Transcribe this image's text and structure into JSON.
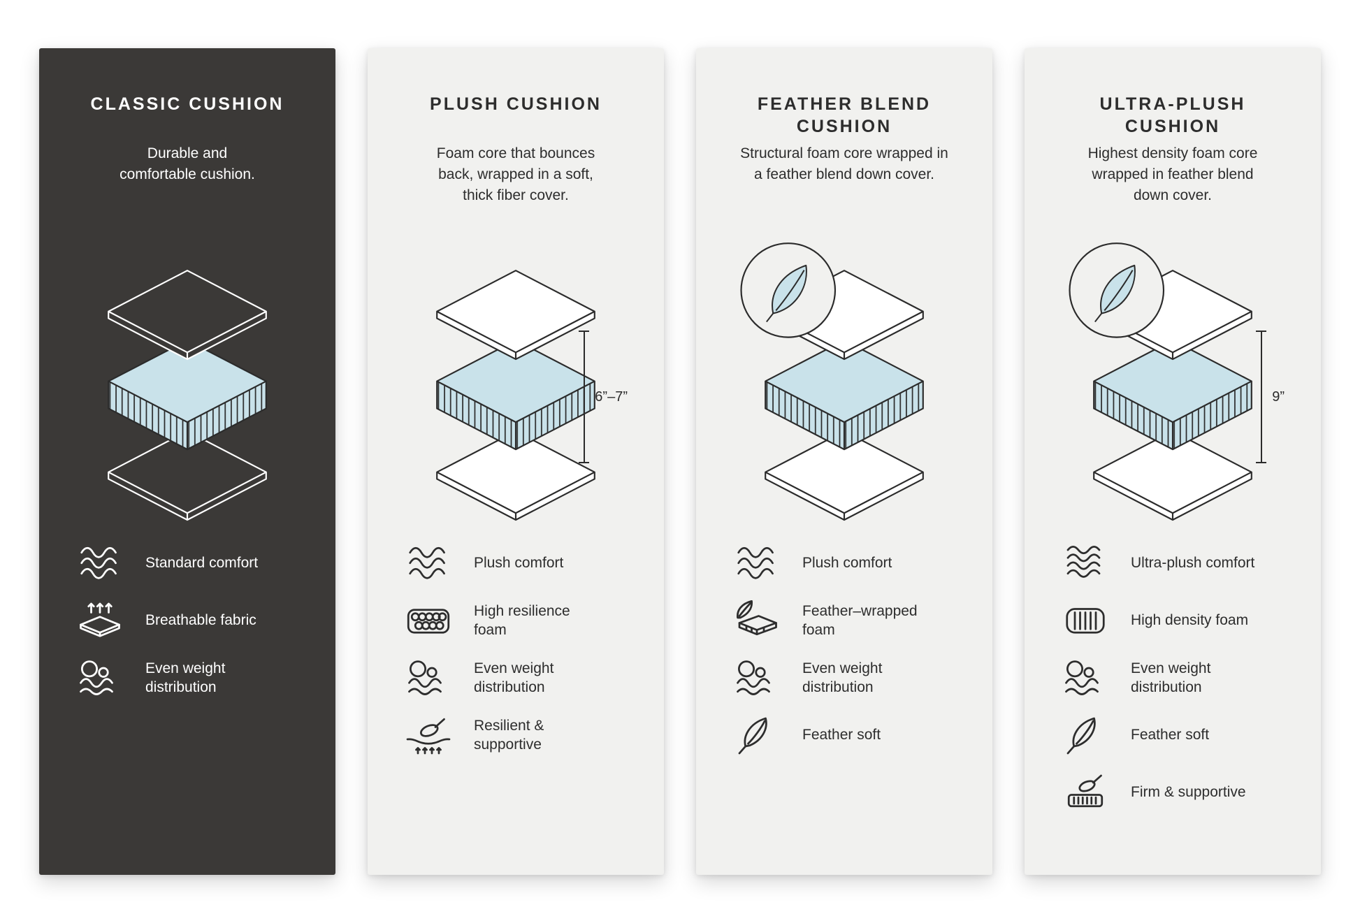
{
  "colors": {
    "page_background": "#ffffff",
    "dark_panel": "#3b3937",
    "light_panel": "#f1f1ef",
    "foam_blue": "#c9e2ea",
    "line_dark": "#2b2b2b",
    "line_light": "#ffffff"
  },
  "panels": [
    {
      "theme": "dark",
      "title": "CLASSIC CUSHION",
      "description": "Durable and\ncomfortable cushion.",
      "dimension": "",
      "badge": "",
      "features": [
        {
          "icon": "comfort-waves-icon",
          "label": "Standard comfort"
        },
        {
          "icon": "breathable-fabric-icon",
          "label": "Breathable fabric"
        },
        {
          "icon": "even-weight-distribution-icon",
          "label": "Even weight\ndistribution"
        }
      ]
    },
    {
      "theme": "light",
      "title": "PLUSH CUSHION",
      "description": "Foam core that bounces\nback, wrapped in a soft,\nthick fiber cover.",
      "dimension": "6”–7”",
      "badge": "",
      "features": [
        {
          "icon": "comfort-waves-icon",
          "label": "Plush comfort"
        },
        {
          "icon": "high-resilience-foam-icon",
          "label": "High resilience\nfoam"
        },
        {
          "icon": "even-weight-distribution-icon",
          "label": "Even weight\ndistribution"
        },
        {
          "icon": "resilient-supportive-icon",
          "label": "Resilient &\nsupportive"
        }
      ]
    },
    {
      "theme": "light",
      "title": "FEATHER BLEND\nCUSHION",
      "description": "Structural foam core wrapped in\na feather blend down cover.",
      "dimension": "",
      "badge": "feather",
      "features": [
        {
          "icon": "comfort-waves-icon",
          "label": "Plush comfort"
        },
        {
          "icon": "feather-wrapped-foam-icon",
          "label": "Feather–wrapped\nfoam"
        },
        {
          "icon": "even-weight-distribution-icon",
          "label": "Even weight\ndistribution"
        },
        {
          "icon": "feather-icon",
          "label": "Feather soft"
        }
      ]
    },
    {
      "theme": "light",
      "title": "ULTRA-PLUSH\nCUSHION",
      "description": "Highest density foam core\nwrapped in feather blend\ndown cover.",
      "dimension": "9”",
      "badge": "feather",
      "features": [
        {
          "icon": "comfort-waves-4-icon",
          "label": "Ultra-plush comfort"
        },
        {
          "icon": "high-density-foam-icon",
          "label": "High density foam"
        },
        {
          "icon": "even-weight-distribution-icon",
          "label": "Even weight\ndistribution"
        },
        {
          "icon": "feather-icon",
          "label": "Feather soft"
        },
        {
          "icon": "firm-supportive-icon",
          "label": "Firm & supportive"
        }
      ]
    }
  ]
}
